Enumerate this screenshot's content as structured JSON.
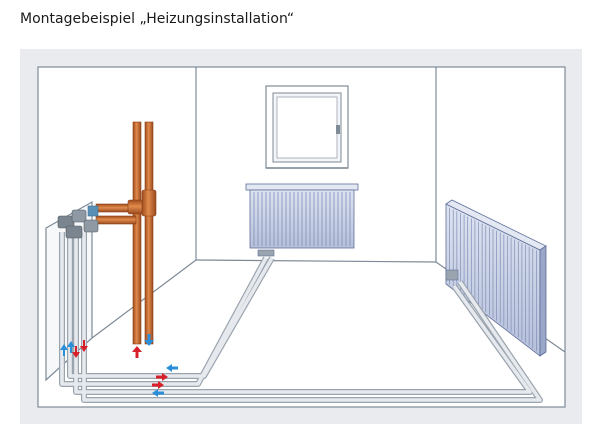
{
  "title": "Montagebeispiel „Heizungsinstallation“",
  "colors": {
    "frame_bg": "#e9ebee",
    "wall": "#ffffff",
    "line": "#7e8a96",
    "pipe_copper": "#c8682f",
    "pipe_copper_dark": "#9a4a1e",
    "pipe_grey": "#cfd4da",
    "radiator": "#c8d0e4",
    "radiator_line": "#7f8db8",
    "flow_red": "#d8202a",
    "flow_blue": "#2a8fd8"
  },
  "icons": [
    "window",
    "radiator",
    "copper-riser-pipe",
    "pipe-manifold",
    "flow-arrow"
  ]
}
